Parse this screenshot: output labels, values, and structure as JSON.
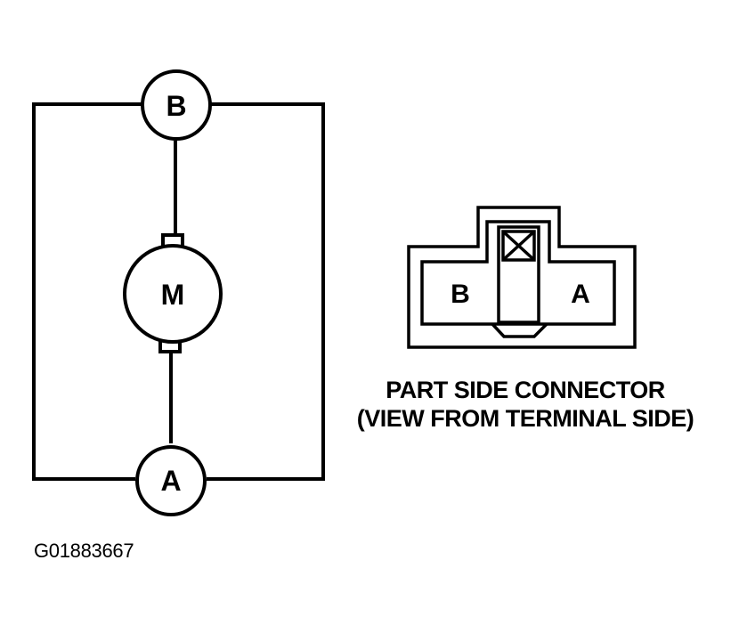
{
  "diagram": {
    "terminal_b": "B",
    "terminal_a": "A",
    "motor": "M",
    "connector": {
      "pin_left": "B",
      "pin_right": "A",
      "caption_line1": "PART SIDE CONNECTOR",
      "caption_line2": "(VIEW FROM TERMINAL SIDE)"
    },
    "figure_id": "G01883667"
  }
}
